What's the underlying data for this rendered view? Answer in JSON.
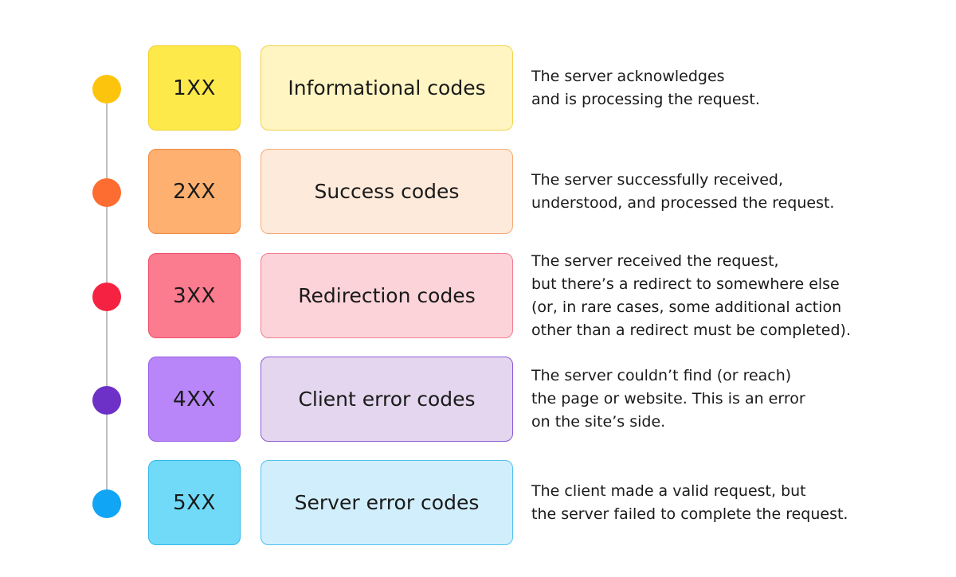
{
  "items": [
    {
      "code": "1XX",
      "name": "Informational codes",
      "description": "The server acknowledges\nand is processing the request.",
      "color": "#fdc40e"
    },
    {
      "code": "2XX",
      "name": "Success codes",
      "description": "The server successfully received,\nunderstood, and processed the request.",
      "color": "#fd6d31"
    },
    {
      "code": "3XX",
      "name": "Redirection codes",
      "description": "The server received the request,\nbut there’s a redirect to somewhere else\n(or, in rare cases, some additional action\nother than a redirect must be completed).",
      "color": "#f52341"
    },
    {
      "code": "4XX",
      "name": "Client error codes",
      "description": "The server couldn’t find (or reach)\nthe page or website. This is an error\non the site’s side.",
      "color": "#6d31c7"
    },
    {
      "code": "5XX",
      "name": "Server error codes",
      "description": "The client made a valid request, but\nthe server failed to complete the request.",
      "color": "#10a5f5"
    }
  ]
}
